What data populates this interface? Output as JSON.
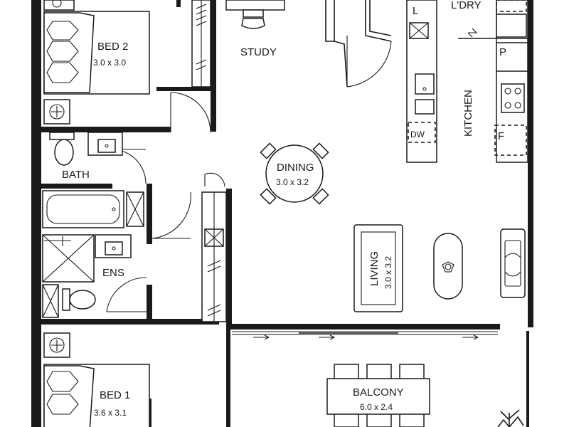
{
  "rooms": {
    "bed2": {
      "name": "BED 2",
      "dims": "3.0 x 3.0"
    },
    "study": {
      "name": "STUDY"
    },
    "laundry": {
      "name": "L'DRY"
    },
    "kitchen": {
      "name": "KITCHEN"
    },
    "bath": {
      "name": "BATH"
    },
    "dining": {
      "name": "DINING",
      "dims": "3.0 x 3.2"
    },
    "ens": {
      "name": "ENS"
    },
    "living": {
      "name": "LIVING",
      "dims": "3.0 x 3.2"
    },
    "bed1": {
      "name": "BED 1",
      "dims": "3.6 x 3.1"
    },
    "balcony": {
      "name": "BALCONY",
      "dims": "6.0 x 2.4"
    }
  },
  "fixture_tags": {
    "linen": "L",
    "pantry": "P",
    "dishwasher": "DW",
    "fridge": "F"
  }
}
